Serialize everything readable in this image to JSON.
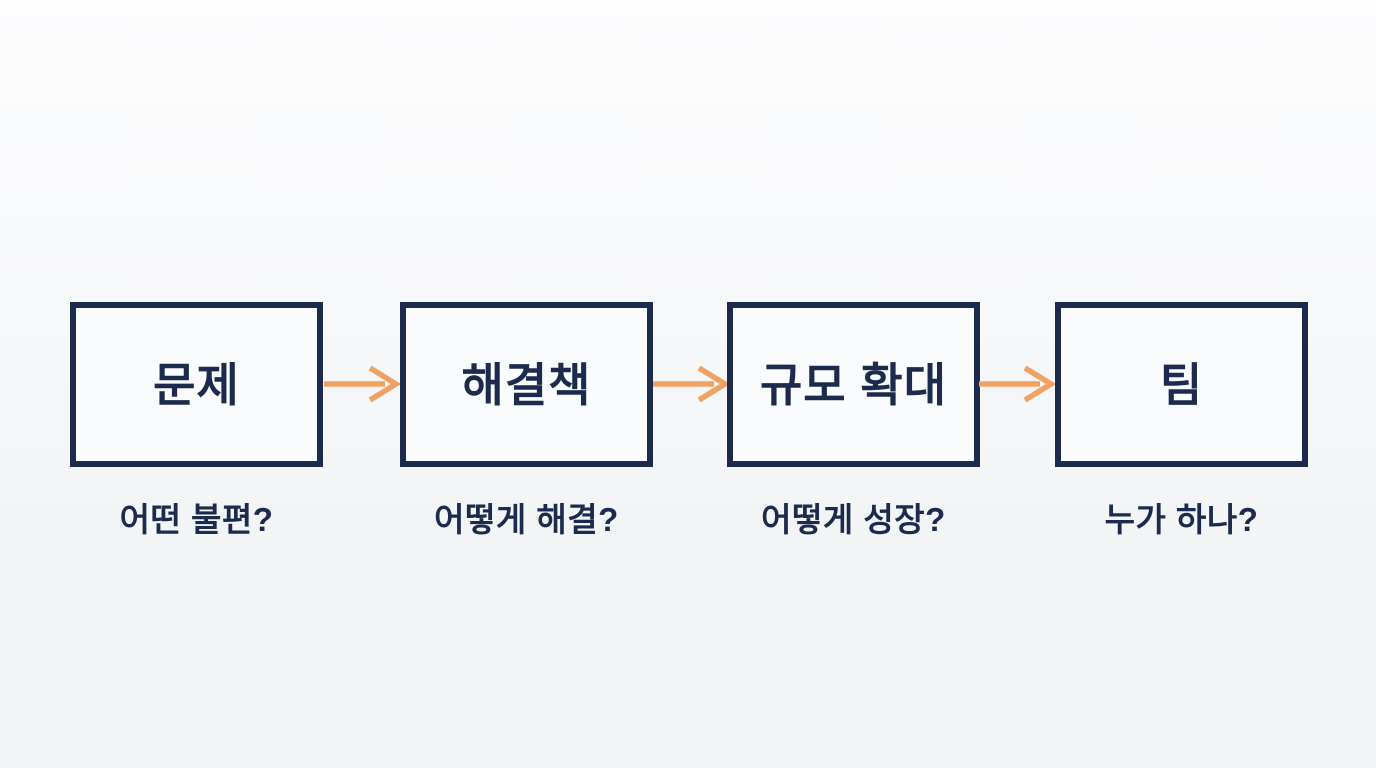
{
  "diagram": {
    "name": "startup-pitch-flow",
    "language": "ko",
    "colors": {
      "navy": "#1c2b4d",
      "orange": "#f0a263",
      "background": "#f4f5f7",
      "box_fill": "#fafbfc"
    },
    "stages": [
      {
        "title": "문제",
        "caption": "어떤 불편?"
      },
      {
        "title": "해결책",
        "caption": "어떻게 해결?"
      },
      {
        "title": "규모 확대",
        "caption": "어떻게 성장?"
      },
      {
        "title": "팀",
        "caption": "누가 하나?"
      }
    ],
    "connector": {
      "icon": "right-arrow-icon",
      "count": 3
    }
  }
}
